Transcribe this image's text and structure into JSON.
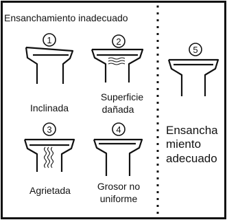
{
  "title": "Ensanchamiento inadecuado",
  "cases": [
    {
      "number": "1",
      "label_lines": [
        "Inclinada"
      ],
      "defect": "tilted"
    },
    {
      "number": "2",
      "label_lines": [
        "Superficie",
        "dañada"
      ],
      "defect": "damaged-surface"
    },
    {
      "number": "3",
      "label_lines": [
        "Agrietada"
      ],
      "defect": "cracked"
    },
    {
      "number": "4",
      "label_lines": [
        "Grosor no",
        "uniforme"
      ],
      "defect": "uneven-thickness"
    }
  ],
  "correct": {
    "number": "5",
    "label_lines": [
      "Ensancha",
      "miento",
      "adecuado"
    ]
  },
  "colors": {
    "line": "#111111",
    "background": "#ffffff"
  }
}
